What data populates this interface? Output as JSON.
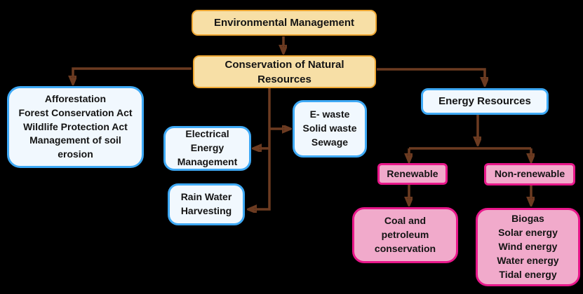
{
  "colors": {
    "background": "#000000",
    "text": "#141414",
    "tan_fill": "#F7DFA6",
    "tan_border": "#EFA733",
    "blue_fill": "#F1F8FE",
    "blue_border": "#3EA9F5",
    "pink_fill": "#F1AACB",
    "pink_border": "#E8178A",
    "arrow": "#6C3B21"
  },
  "nodes": {
    "environmental_management": {
      "label": "Environmental Management"
    },
    "conservation": {
      "lines": [
        "Conservation of Natural",
        "Resources"
      ]
    },
    "afforestation_group": {
      "lines": [
        "Afforestation",
        "Forest Conservation Act",
        "Wildlife Protection Act",
        "Management of soil",
        "erosion"
      ]
    },
    "electrical_energy": {
      "lines": [
        "Electrical",
        "Energy",
        "Management"
      ]
    },
    "rain_water": {
      "lines": [
        "Rain Water",
        "Harvesting"
      ]
    },
    "waste": {
      "lines": [
        "E- waste",
        "Solid waste",
        "Sewage"
      ]
    },
    "energy_resources": {
      "label": "Energy Resources"
    },
    "renewable": {
      "label": "Renewable"
    },
    "non_renewable": {
      "label": "Non-renewable"
    },
    "coal_petroleum": {
      "lines": [
        "Coal and",
        "petroleum",
        "conservation"
      ]
    },
    "energy_types": {
      "lines": [
        "Biogas",
        "Solar energy",
        "Wind energy",
        "Water energy",
        "Tidal energy"
      ]
    }
  }
}
